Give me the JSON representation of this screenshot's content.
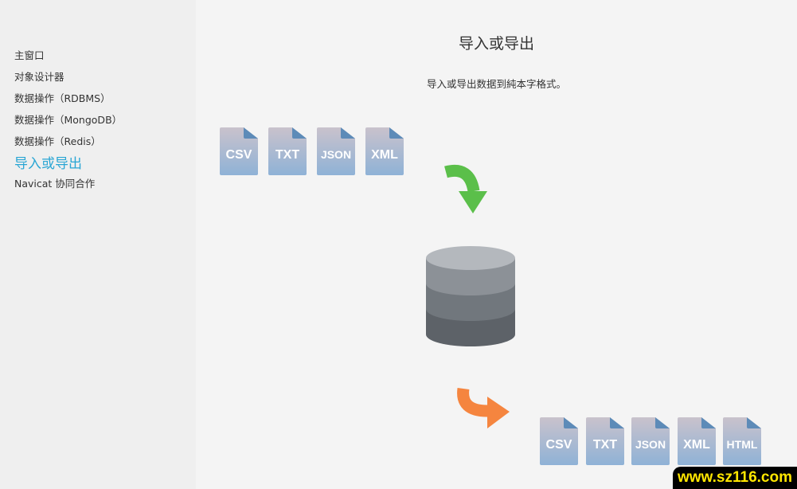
{
  "sidebar": {
    "items": [
      {
        "label": "主窗口"
      },
      {
        "label": "对象设计器"
      },
      {
        "label": "数据操作（RDBMS）"
      },
      {
        "label": "数据操作（MongoDB）"
      },
      {
        "label": "数据操作（Redis）"
      },
      {
        "label": "导入或导出",
        "active": true
      },
      {
        "label": "Navicat 协同合作"
      }
    ]
  },
  "main": {
    "title": "导入或导出",
    "subtitle": "导入或导出数据到純本字格式。",
    "import_formats": [
      "CSV",
      "TXT",
      "JSON",
      "XML"
    ],
    "export_formats": [
      "CSV",
      "TXT",
      "JSON",
      "XML",
      "HTML"
    ]
  },
  "colors": {
    "accent": "#2aa6d4",
    "import_arrow": "#5bbf4a",
    "export_arrow": "#f5853f"
  },
  "watermark": "www.sz116.com"
}
